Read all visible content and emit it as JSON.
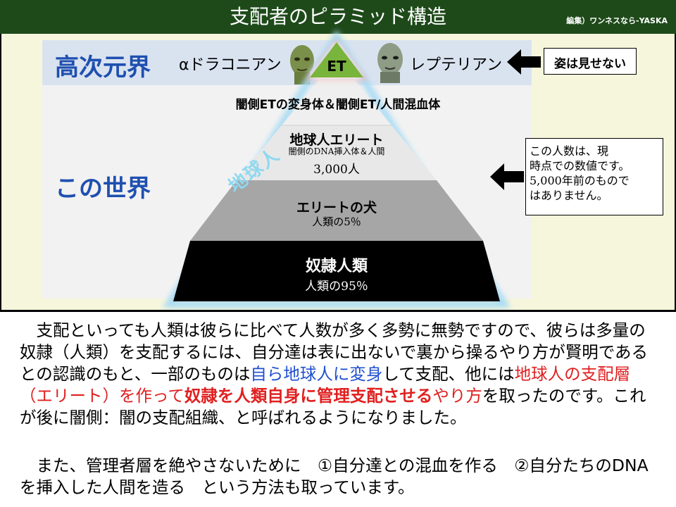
{
  "header": {
    "title": "支配者のピラミッド構造",
    "credit": "編集）ワンネスなら-YASKA"
  },
  "realms": {
    "upper": "高次元界",
    "this_world": "この世界"
  },
  "aliens": {
    "left": "αドラコニアン",
    "right": "レプテリアン",
    "apex": "ET"
  },
  "callouts": {
    "hidden": "姿は見せない",
    "note": "この人数は、現\n時点での数値です。\n5,000年前のもので\nはありません。"
  },
  "pyramid": {
    "side_label": "地球人",
    "tier1": "闇側ETの変身体＆闇側ET/人間混血体",
    "tier2_title": "地球人エリート",
    "tier2_sub": "闇側のDNA挿入体＆人間",
    "tier2_count": "3,000人",
    "tier3_title": "エリートの犬",
    "tier3_sub": "人類の5％",
    "tier4_title": "奴隷人類",
    "tier4_sub": "人類の95％"
  },
  "body": {
    "p1_a": "　支配といっても人類は彼らに比べて人数が多く多勢に無勢ですので、彼らは多量の奴隷（人類）を支配するには、自分達は表に出ないで裏から操るやり方が賢明であるとの認識のもと、一部のものは",
    "p1_blue": "自ら地球人に変身",
    "p1_b": "して支配、他には",
    "p1_red1": "地球人の支配層（エリート）を作って",
    "p1_red2": "奴隷を人類自身に管理支配させる",
    "p1_red3": "やり方",
    "p1_c": "を取ったのです。これが後に闇側：闇の支配組織、と呼ばれるようになりました。",
    "p2": "　また、管理者層を絶やさないために　①自分達との混血を作る　②自分たちのDNAを挿入した人間を造る　という方法も取っています。"
  },
  "colors": {
    "header_bg": "#1e4a1a",
    "realm_blue": "#1f4fb0",
    "highlight_red": "#e02020",
    "highlight_blue": "#1f4fd0",
    "apex_green": "#79b43c"
  }
}
